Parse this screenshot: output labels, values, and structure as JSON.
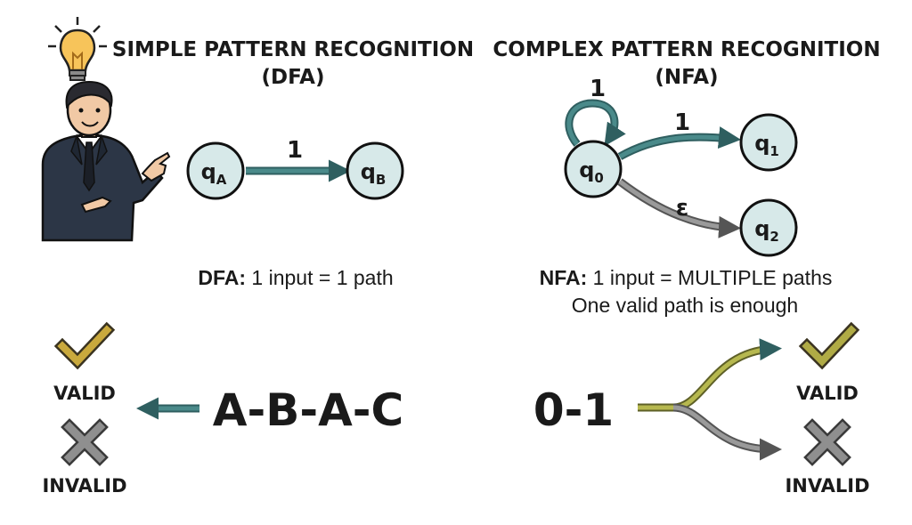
{
  "dfa": {
    "title_line1": "SIMPLE PATTERN RECOGNITION",
    "title_line2": "(DFA)",
    "state_a": {
      "base": "q",
      "sub": "A"
    },
    "state_b": {
      "base": "q",
      "sub": "B"
    },
    "transition_label": "1",
    "caption_bold": "DFA:",
    "caption_text": " 1 input = 1 path",
    "input_string": "A-B-A-C",
    "result_valid": "VALID",
    "result_invalid": "INVALID"
  },
  "nfa": {
    "title_line1": "COMPLEX PATTERN RECOGNITION",
    "title_line2": "(NFA)",
    "state_0": {
      "base": "q",
      "sub": "0"
    },
    "state_1": {
      "base": "q",
      "sub": "1"
    },
    "state_2": {
      "base": "q",
      "sub": "2"
    },
    "self_loop_label": "1",
    "to_q1_label": "1",
    "to_q2_label": "ε",
    "caption_bold": "NFA:",
    "caption_text": " 1 input = MULTIPLE paths",
    "caption_line2": "One valid path is enough",
    "input_string": "0-1",
    "result_valid": "VALID",
    "result_invalid": "INVALID"
  },
  "colors": {
    "teal": "#4a8a8a",
    "state_fill": "#d7e9e9",
    "gray": "#9a9a9a",
    "olive": "#b6b84f",
    "check": "#c9a93d",
    "cross": "#8f8f8f",
    "bulb": "#f7c45a",
    "suit": "#2c3646"
  }
}
